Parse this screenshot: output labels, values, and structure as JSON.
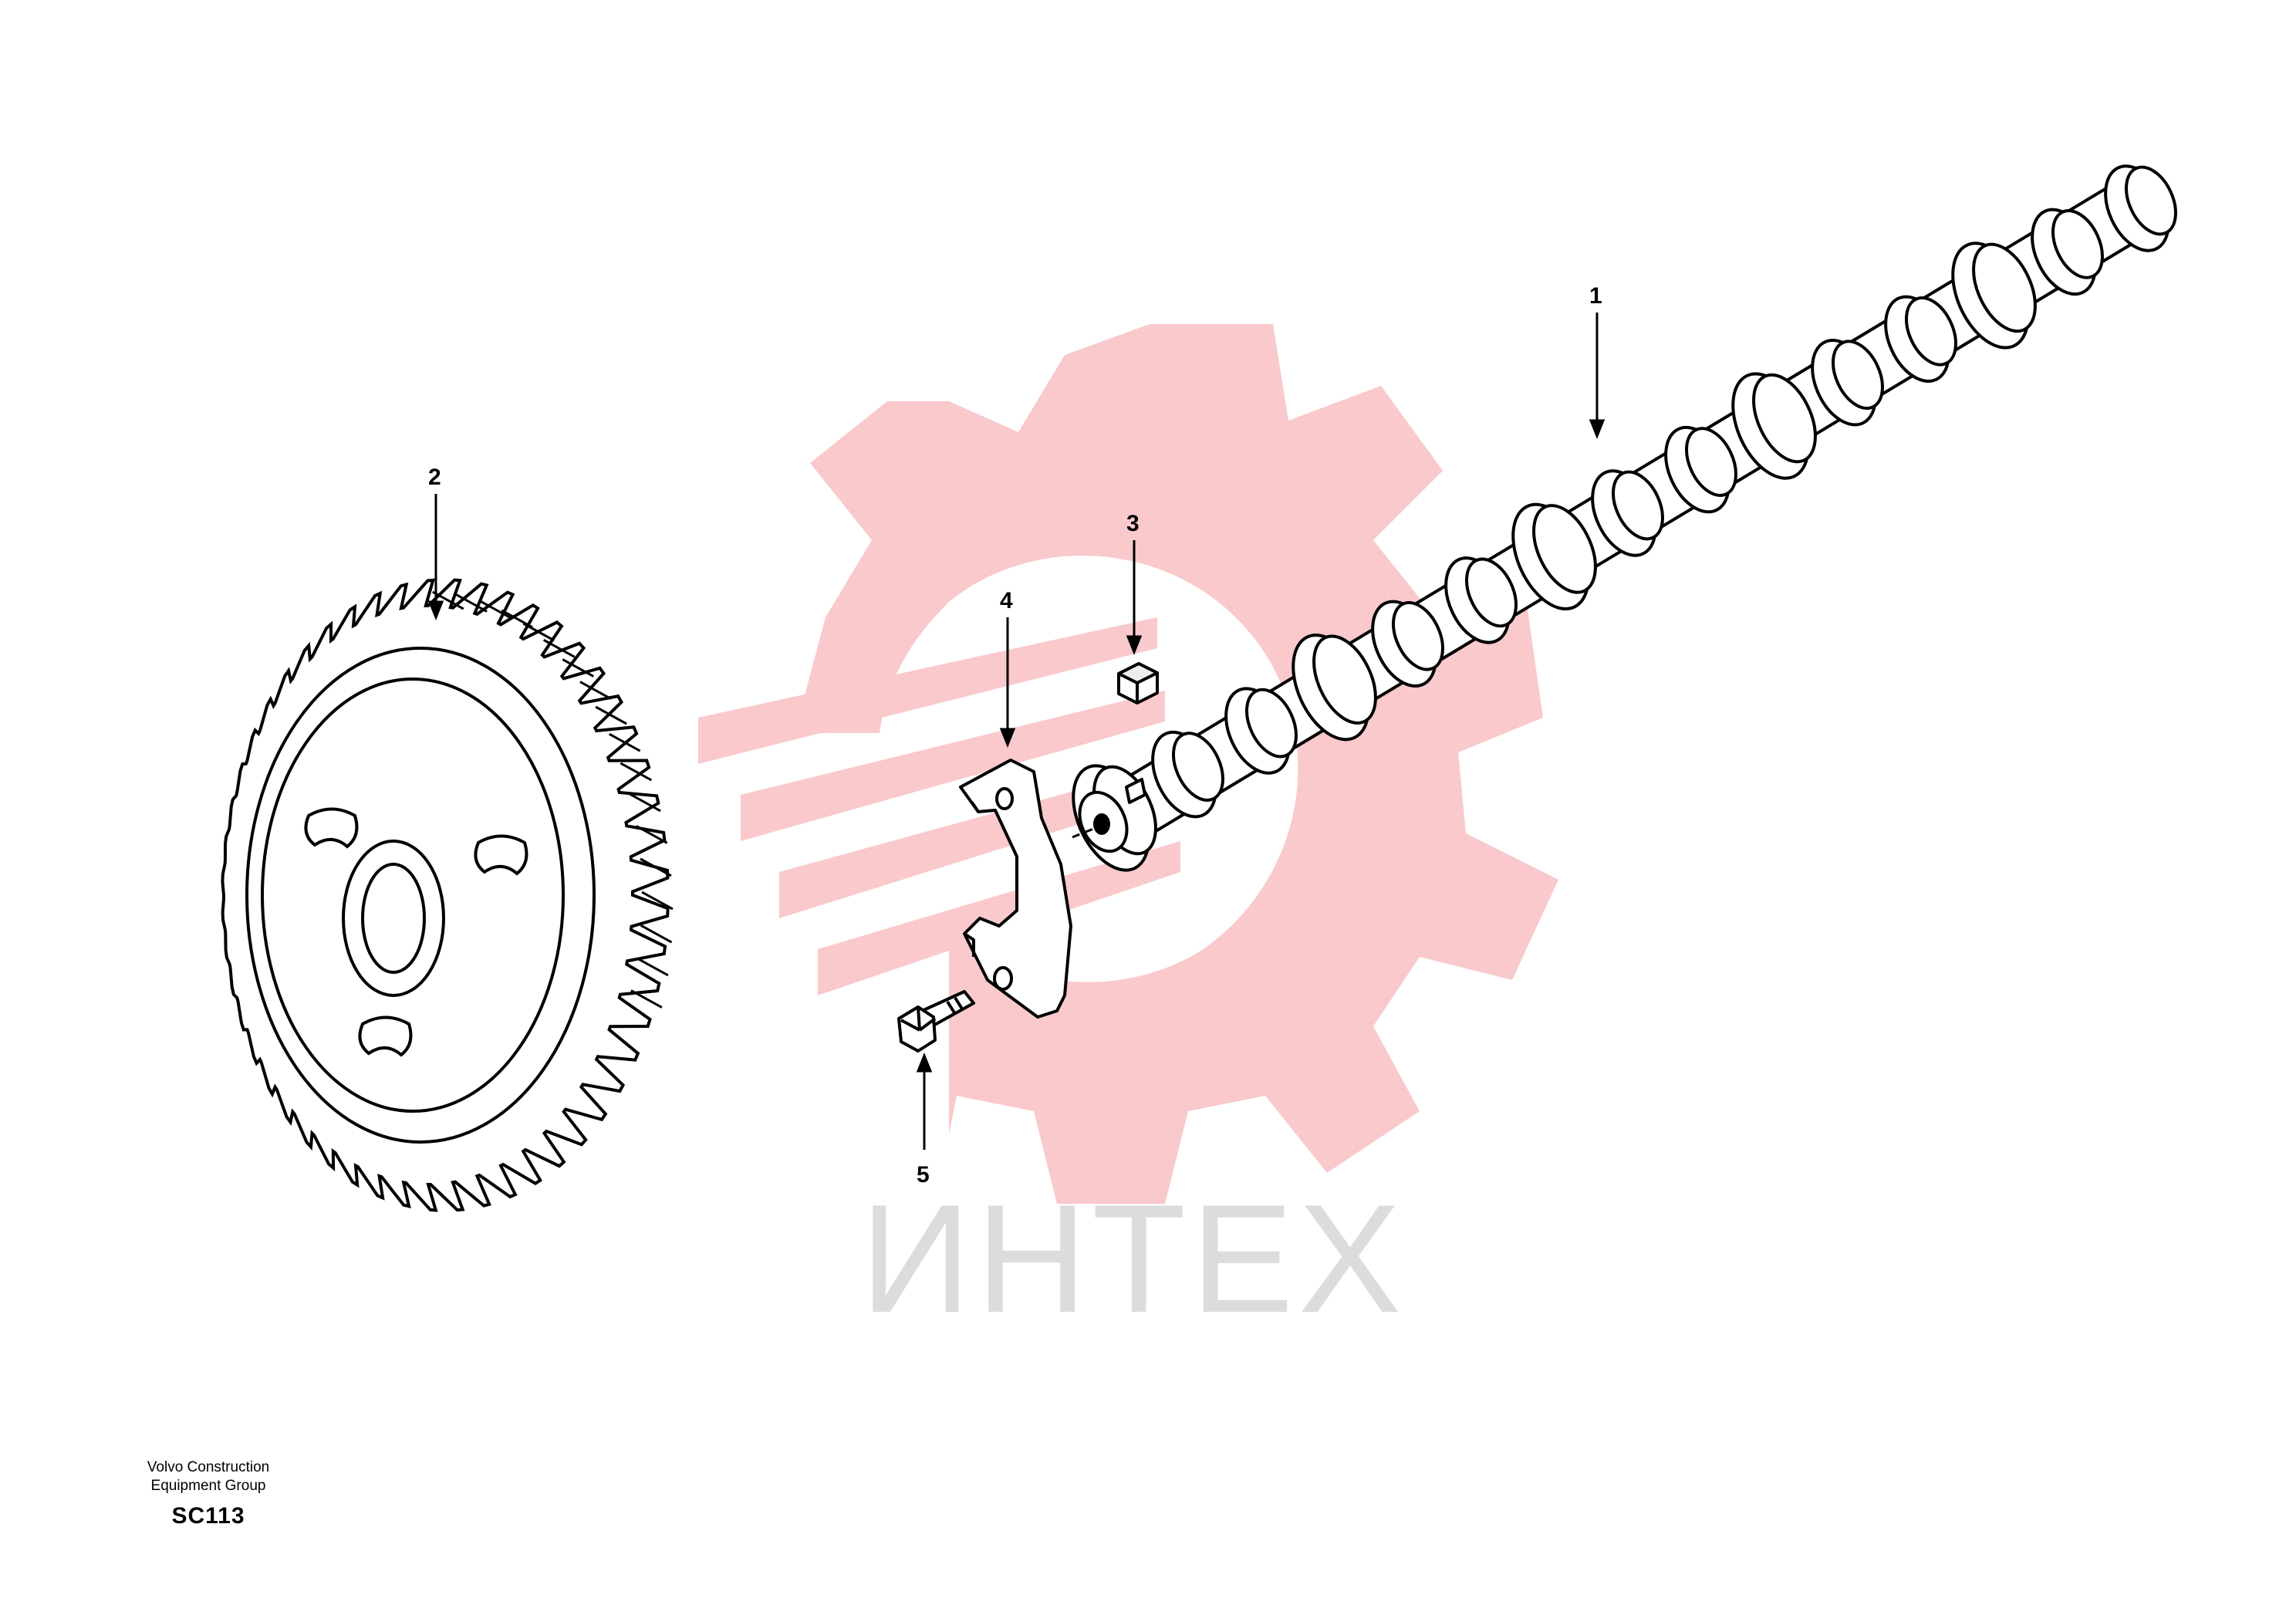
{
  "watermark": {
    "text": "ИНТЕХ",
    "gear_color": "#f9c9cb",
    "text_color": "#dcdcdc"
  },
  "callouts": [
    {
      "number": "1",
      "part": "camshaft"
    },
    {
      "number": "2",
      "part": "camshaft-gear"
    },
    {
      "number": "3",
      "part": "key"
    },
    {
      "number": "4",
      "part": "thrust-plate"
    },
    {
      "number": "5",
      "part": "bolt"
    }
  ],
  "footer": {
    "line1": "Volvo Construction",
    "line2": "Equipment Group",
    "code": "SC113"
  }
}
